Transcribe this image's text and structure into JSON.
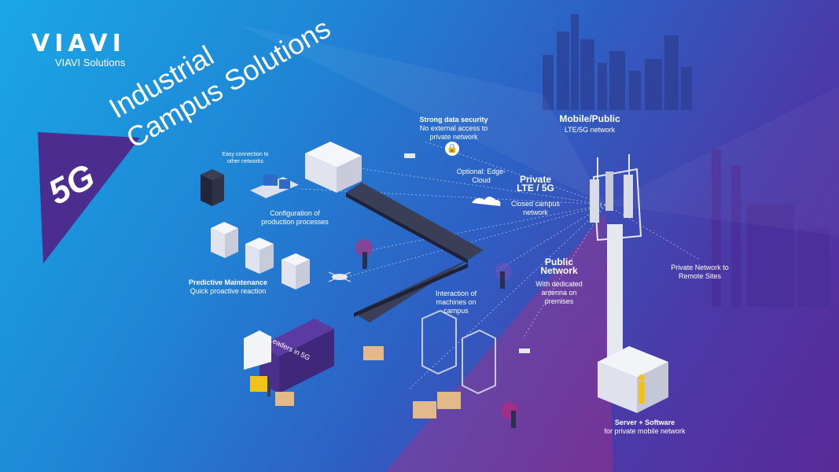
{
  "brand": {
    "logo": "VIAVI",
    "subtitle": "VIAVI Solutions"
  },
  "title": {
    "line1": "Industrial",
    "line2": "Campus Solutions"
  },
  "badge": {
    "text": "5G"
  },
  "labels": {
    "easy_connection": "Easy connection to other networks",
    "configuration": "Configuration of production processes",
    "predictive_title": "Predictive Maintenance",
    "predictive_sub": "Quick proactive reaction",
    "security_title": "Strong data security",
    "security_sub": "No external access to private network",
    "edge_cloud": "Optional: Edge-Cloud",
    "private_title": "Private LTE / 5G",
    "private_sub": "Closed campus network",
    "mobile_title": "Mobile/Public",
    "mobile_sub": "LTE/5G network",
    "public_title": "Public Network",
    "public_sub": "With dedicated antenna on premises",
    "interaction": "Interaction of machines on campus",
    "remote_sites": "Private Network to Remote Sites",
    "server_title": "Server + Software",
    "server_sub": "for private mobile network",
    "truck_text": "Leaders in 5G"
  },
  "colors": {
    "bg_start": "#1aa7e6",
    "bg_end": "#5a2a98",
    "badge": "#4b2d8f",
    "accent_pink": "#c2287a",
    "skyline": "#2a3e8f"
  }
}
